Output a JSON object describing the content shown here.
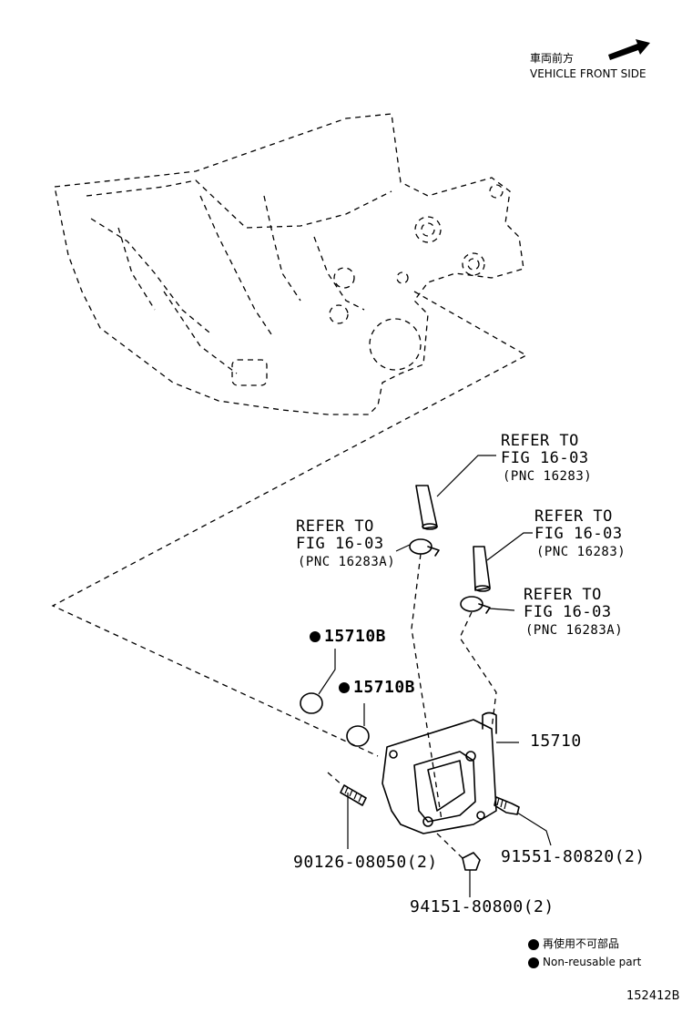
{
  "header": {
    "front_jp": "車両前方",
    "front_en": "VEHICLE FRONT SIDE",
    "arrow_icon": "arrow-right-icon"
  },
  "callouts": [
    {
      "refer": "REFER TO",
      "fig": "FIG 16-03",
      "pnc": "(PNC 16283)"
    },
    {
      "refer": "REFER TO",
      "fig": "FIG 16-03",
      "pnc": "(PNC 16283A)"
    },
    {
      "refer": "REFER TO",
      "fig": "FIG 16-03",
      "pnc": "(PNC 16283)"
    },
    {
      "refer": "REFER TO",
      "fig": "FIG 16-03",
      "pnc": "(PNC 16283A)"
    }
  ],
  "parts": {
    "gasket_a": "15710B",
    "gasket_b": "15710B",
    "cooler": "15710",
    "stud": "90126-08050(2)",
    "bolt": "91551-80820(2)",
    "plug": "94151-80800(2)"
  },
  "legend": {
    "jp": "再使用不可部品",
    "en": "Non-reusable part"
  },
  "figure_id": "152412B"
}
